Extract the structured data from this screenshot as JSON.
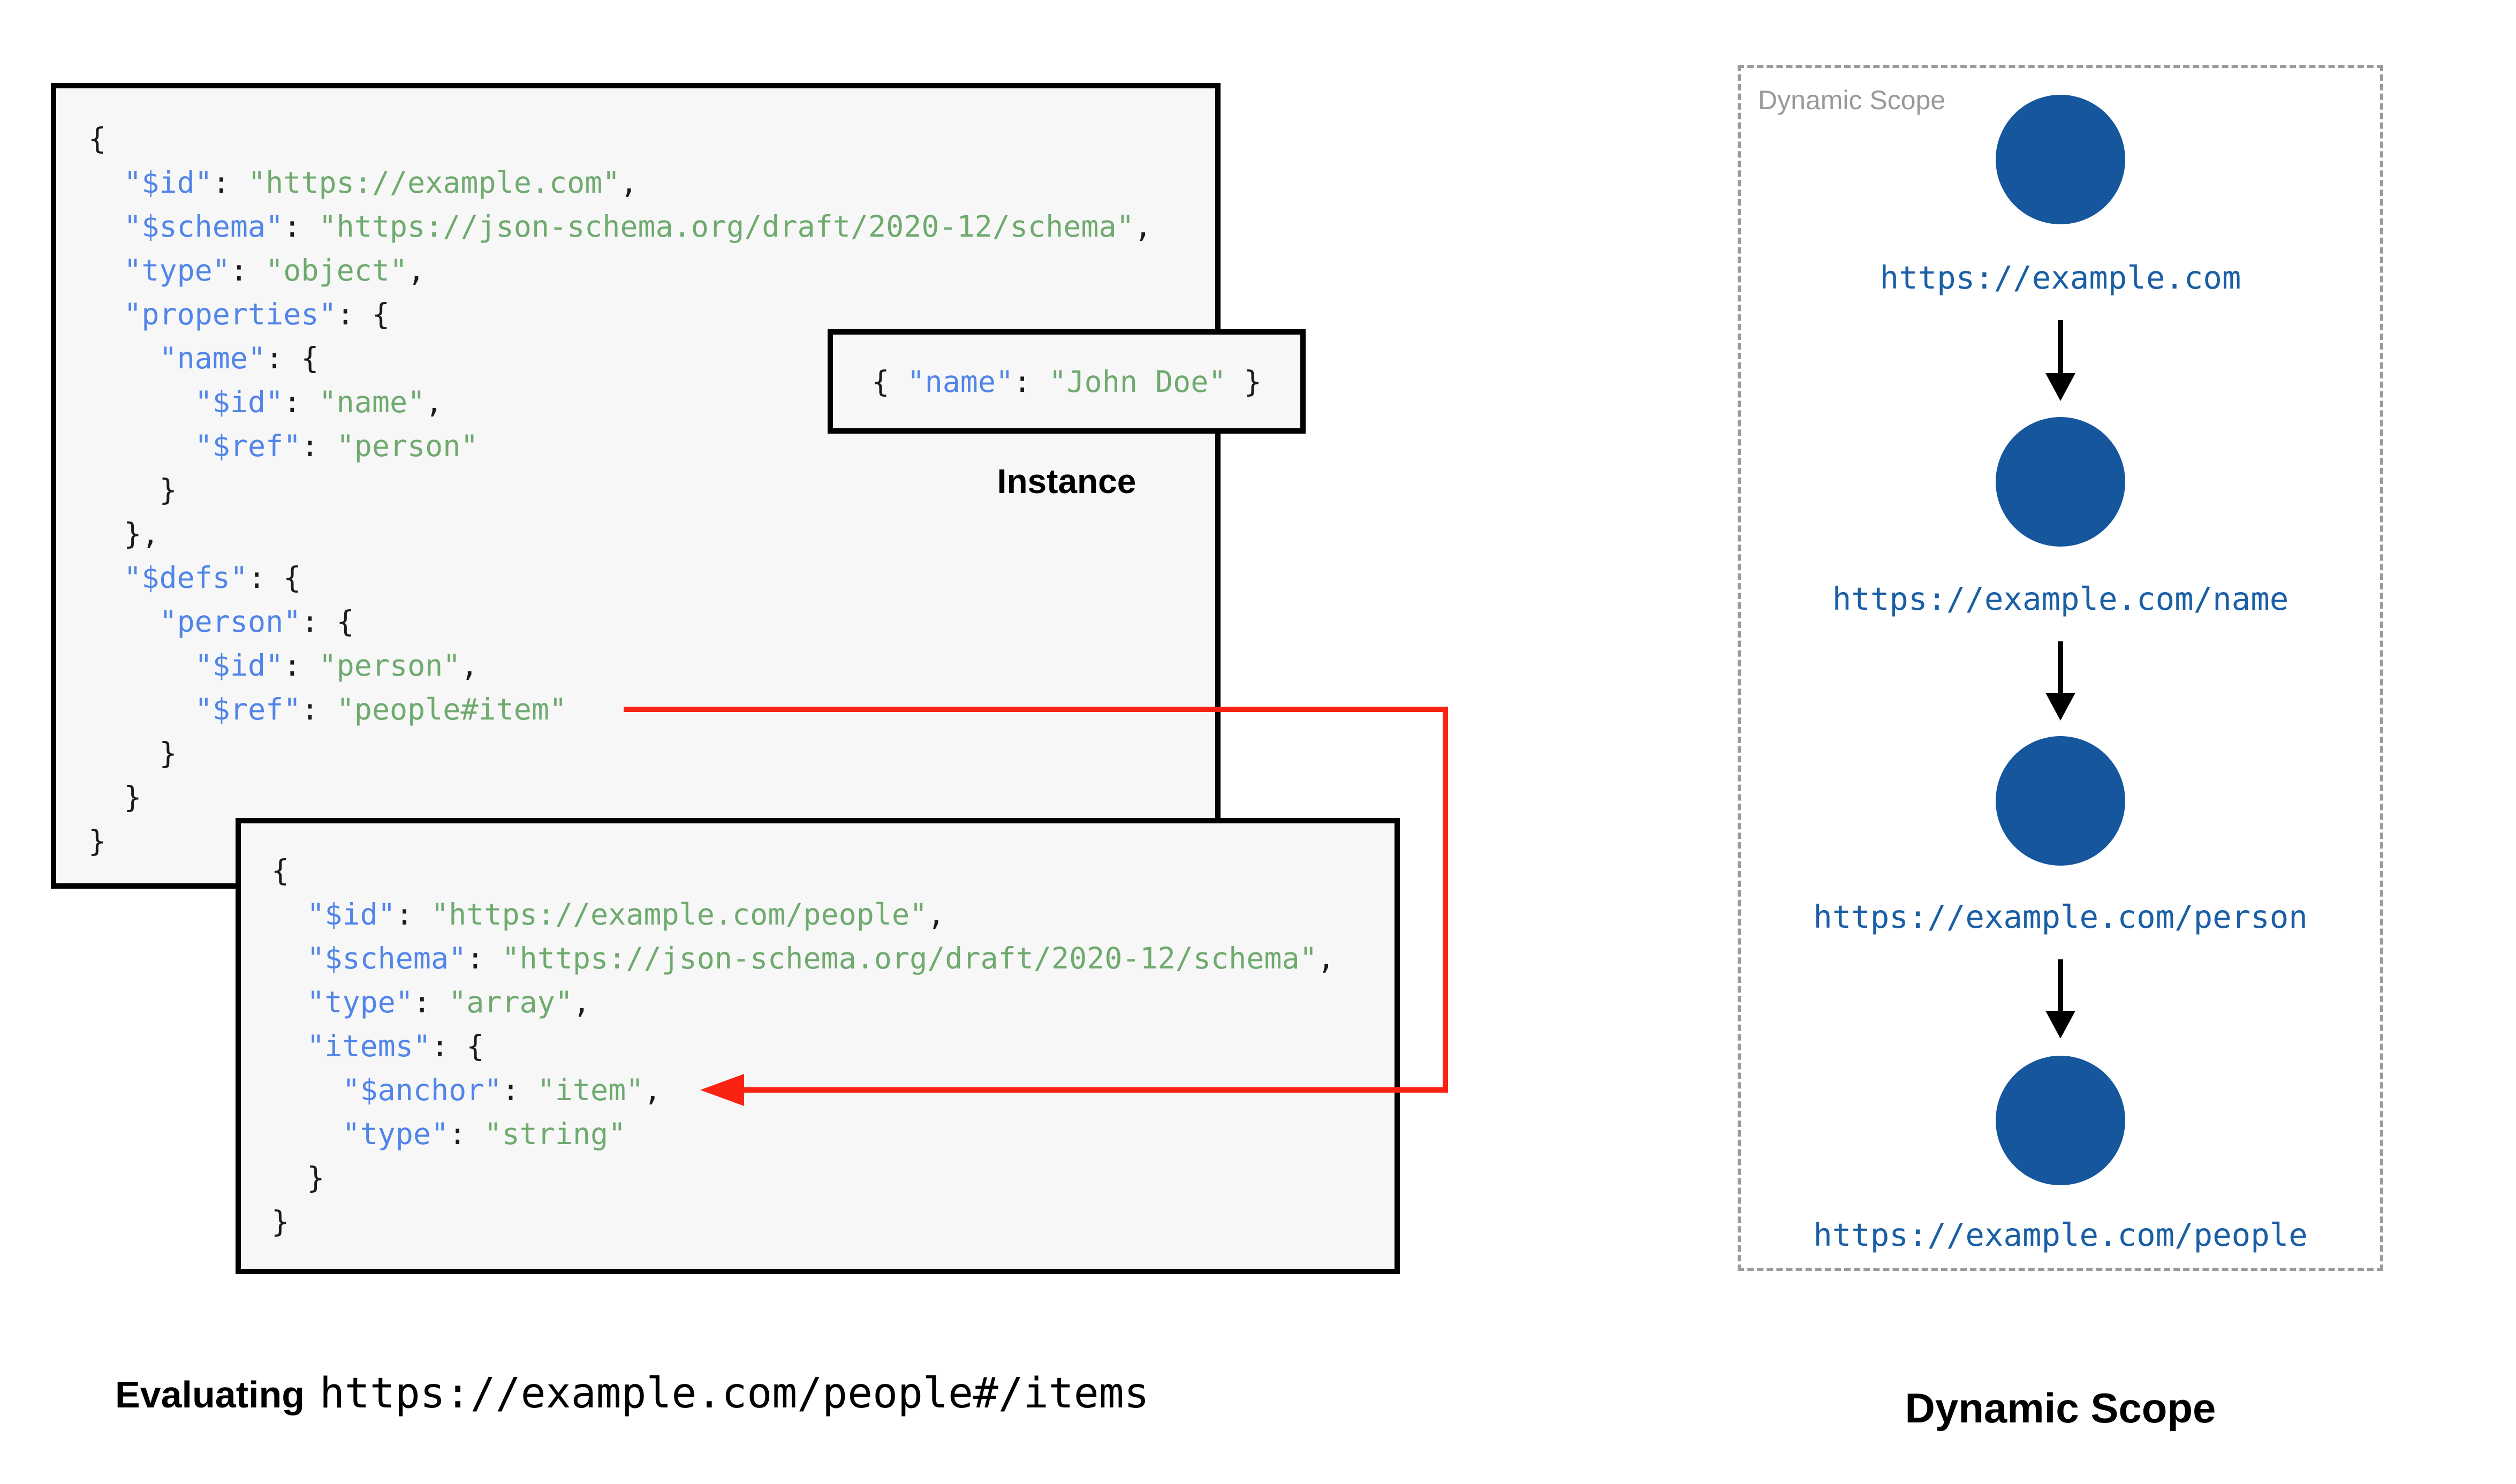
{
  "colors": {
    "key": "#5285e8",
    "string": "#6faa6f",
    "punct": "#1b1b1b",
    "code_bg": "#f7f7f7",
    "red_arrow": "#fa2313",
    "node_blue": "#15569d",
    "url_blue": "#1a5fa5",
    "muted_gray": "#999999"
  },
  "schema_block": {
    "lines": [
      [
        [
          "p",
          "{"
        ]
      ],
      [
        [
          "p",
          "  "
        ],
        [
          "k",
          "\"$id\""
        ],
        [
          "p",
          ": "
        ],
        [
          "s",
          "\"https://example.com\""
        ],
        [
          "p",
          ","
        ]
      ],
      [
        [
          "p",
          "  "
        ],
        [
          "k",
          "\"$schema\""
        ],
        [
          "p",
          ": "
        ],
        [
          "s",
          "\"https://json-schema.org/draft/2020-12/schema\""
        ],
        [
          "p",
          ","
        ]
      ],
      [
        [
          "p",
          "  "
        ],
        [
          "k",
          "\"type\""
        ],
        [
          "p",
          ": "
        ],
        [
          "s",
          "\"object\""
        ],
        [
          "p",
          ","
        ]
      ],
      [
        [
          "p",
          "  "
        ],
        [
          "k",
          "\"properties\""
        ],
        [
          "p",
          ": {"
        ]
      ],
      [
        [
          "p",
          "    "
        ],
        [
          "k",
          "\"name\""
        ],
        [
          "p",
          ": {"
        ]
      ],
      [
        [
          "p",
          "      "
        ],
        [
          "k",
          "\"$id\""
        ],
        [
          "p",
          ": "
        ],
        [
          "s",
          "\"name\""
        ],
        [
          "p",
          ","
        ]
      ],
      [
        [
          "p",
          "      "
        ],
        [
          "k",
          "\"$ref\""
        ],
        [
          "p",
          ": "
        ],
        [
          "s",
          "\"person\""
        ]
      ],
      [
        [
          "p",
          "    }"
        ]
      ],
      [
        [
          "p",
          "  },"
        ]
      ],
      [
        [
          "p",
          "  "
        ],
        [
          "k",
          "\"$defs\""
        ],
        [
          "p",
          ": {"
        ]
      ],
      [
        [
          "p",
          "    "
        ],
        [
          "k",
          "\"person\""
        ],
        [
          "p",
          ": {"
        ]
      ],
      [
        [
          "p",
          "      "
        ],
        [
          "k",
          "\"$id\""
        ],
        [
          "p",
          ": "
        ],
        [
          "s",
          "\"person\""
        ],
        [
          "p",
          ","
        ]
      ],
      [
        [
          "p",
          "      "
        ],
        [
          "k",
          "\"$ref\""
        ],
        [
          "p",
          ": "
        ],
        [
          "s",
          "\"people#item\""
        ]
      ],
      [
        [
          "p",
          "    }"
        ]
      ],
      [
        [
          "p",
          "  }"
        ]
      ],
      [
        [
          "p",
          "}"
        ]
      ]
    ]
  },
  "instance": {
    "lines": [
      [
        [
          "p",
          "{ "
        ],
        [
          "k",
          "\"name\""
        ],
        [
          "p",
          ": "
        ],
        [
          "s",
          "\"John Doe\""
        ],
        [
          "p",
          " }"
        ]
      ]
    ],
    "label": "Instance"
  },
  "people_block": {
    "lines": [
      [
        [
          "p",
          "{"
        ]
      ],
      [
        [
          "p",
          "  "
        ],
        [
          "k",
          "\"$id\""
        ],
        [
          "p",
          ": "
        ],
        [
          "s",
          "\"https://example.com/people\""
        ],
        [
          "p",
          ","
        ]
      ],
      [
        [
          "p",
          "  "
        ],
        [
          "k",
          "\"$schema\""
        ],
        [
          "p",
          ": "
        ],
        [
          "s",
          "\"https://json-schema.org/draft/2020-12/schema\""
        ],
        [
          "p",
          ","
        ]
      ],
      [
        [
          "p",
          "  "
        ],
        [
          "k",
          "\"type\""
        ],
        [
          "p",
          ": "
        ],
        [
          "s",
          "\"array\""
        ],
        [
          "p",
          ","
        ]
      ],
      [
        [
          "p",
          "  "
        ],
        [
          "k",
          "\"items\""
        ],
        [
          "p",
          ": {"
        ]
      ],
      [
        [
          "p",
          "    "
        ],
        [
          "k",
          "\"$anchor\""
        ],
        [
          "p",
          ": "
        ],
        [
          "s",
          "\"item\""
        ],
        [
          "p",
          ","
        ]
      ],
      [
        [
          "p",
          "    "
        ],
        [
          "k",
          "\"type\""
        ],
        [
          "p",
          ": "
        ],
        [
          "s",
          "\"string\""
        ]
      ],
      [
        [
          "p",
          "  }"
        ]
      ],
      [
        [
          "p",
          "}"
        ]
      ]
    ]
  },
  "evaluating": {
    "prefix": "Evaluating",
    "uri": "https://example.com/people#/items"
  },
  "scope_panel": {
    "watermark": "Dynamic Scope",
    "caption": "Dynamic Scope",
    "nodes": [
      {
        "url": "https://example.com"
      },
      {
        "url": "https://example.com/name"
      },
      {
        "url": "https://example.com/person"
      },
      {
        "url": "https://example.com/people"
      }
    ]
  }
}
